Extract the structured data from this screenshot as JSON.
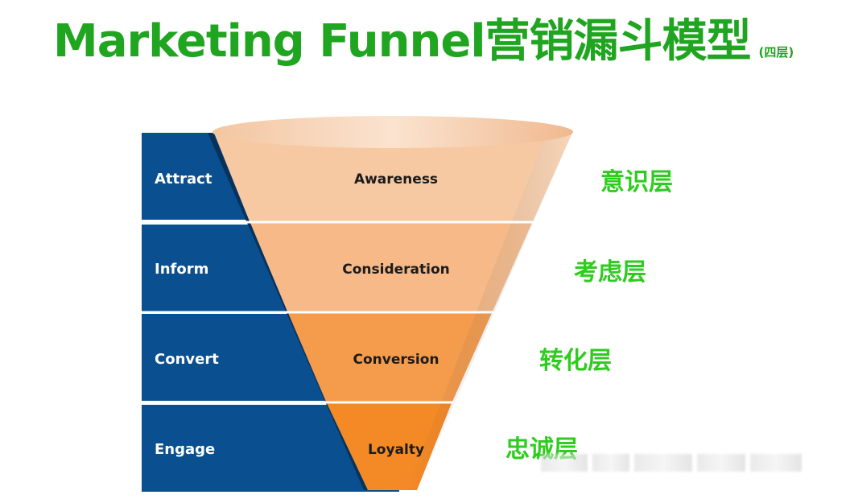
{
  "title": {
    "main": "Marketing Funnel营销漏斗模型",
    "sub": "(四层)"
  },
  "stages": [
    {
      "action": "Attract",
      "funnel": "Awareness",
      "cn": "意识层"
    },
    {
      "action": "Inform",
      "funnel": "Consideration",
      "cn": "考虑层"
    },
    {
      "action": "Convert",
      "funnel": "Conversion",
      "cn": "转化层"
    },
    {
      "action": "Engage",
      "funnel": "Loyalty",
      "cn": "忠诚层"
    }
  ],
  "colors": {
    "title_green": "#1fa51f",
    "cn_label_green": "#2ecc1e",
    "panel_blue": "#0a4f8f",
    "panel_blue_dark": "#073a6b",
    "funnel_layers": [
      "#f7c9a3",
      "#f6b987",
      "#f59b4c",
      "#f48a26"
    ]
  }
}
